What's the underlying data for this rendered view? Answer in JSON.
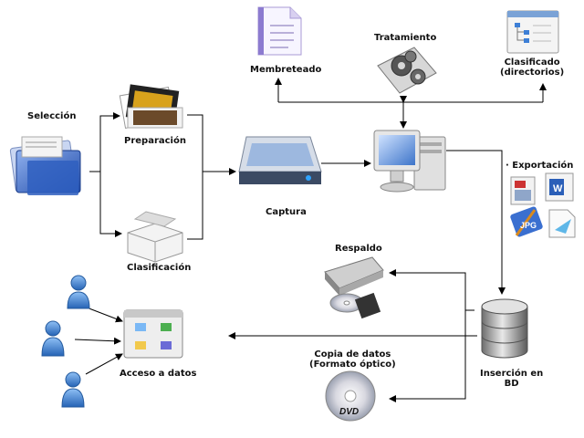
{
  "labels": {
    "seleccion": "Selección",
    "preparacion": "Preparación",
    "clasificacion": "Clasificación",
    "captura": "Captura",
    "membreteado": "Membreteado",
    "tratamiento": "Tratamiento",
    "clasificado_line1": "Clasificado",
    "clasificado_line2": "(directorios)",
    "exportacion": "· Exportación",
    "respaldo": "Respaldo",
    "insercion_line1": "Inserción en",
    "insercion_line2": "BD",
    "copia_line1": "Copia de datos",
    "copia_line2": "(Formato óptico)",
    "acceso": "Acceso a datos",
    "dvd_text": "DVD",
    "jpg_text": "JPG"
  },
  "colors": {
    "arrow": "#000000",
    "folder_blue": "#2f5fbf",
    "user_blue": "#3a7fd0",
    "db_gray": "#9a9a9a",
    "monitor_blue": "#5a8fd6"
  }
}
